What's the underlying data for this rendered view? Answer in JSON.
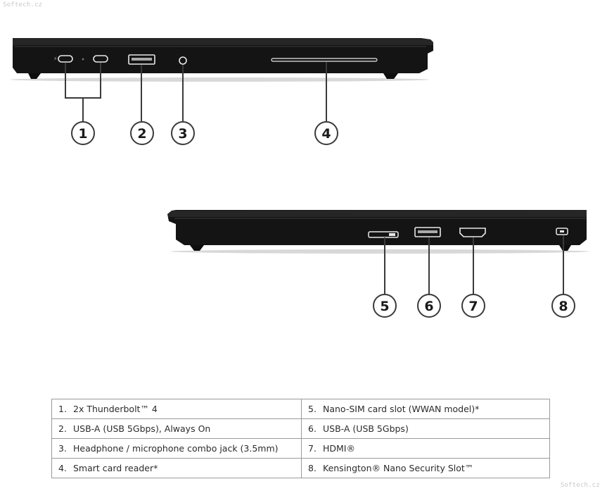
{
  "watermark": {
    "top": "Softech.cz",
    "bottom": "Softech.cz"
  },
  "callouts": {
    "top": [
      "1",
      "2",
      "3",
      "4"
    ],
    "bottom": [
      "5",
      "6",
      "7",
      "8"
    ]
  },
  "legend": {
    "rows": [
      {
        "left": {
          "num": "1.",
          "text": "2x Thunderbolt™ 4"
        },
        "right": {
          "num": "5.",
          "text": "Nano-SIM card slot (WWAN model)*"
        }
      },
      {
        "left": {
          "num": "2.",
          "text": "USB-A (USB 5Gbps), Always On"
        },
        "right": {
          "num": "6.",
          "text": "USB-A (USB 5Gbps)"
        }
      },
      {
        "left": {
          "num": "3.",
          "text": "Headphone / microphone combo jack (3.5mm)"
        },
        "right": {
          "num": "7.",
          "text": "HDMI®"
        }
      },
      {
        "left": {
          "num": "4.",
          "text": "Smart card reader*"
        },
        "right": {
          "num": "8.",
          "text": "Kensington® Nano Security Slot™"
        }
      }
    ]
  },
  "colors": {
    "laptop_body": "#141414",
    "laptop_edge": "#2a2a2a",
    "port": "#e8e8e8",
    "callout_ring": "#3a3a3a",
    "leader_line": "#3a3a3a",
    "table_border": "#9a9a9a"
  }
}
